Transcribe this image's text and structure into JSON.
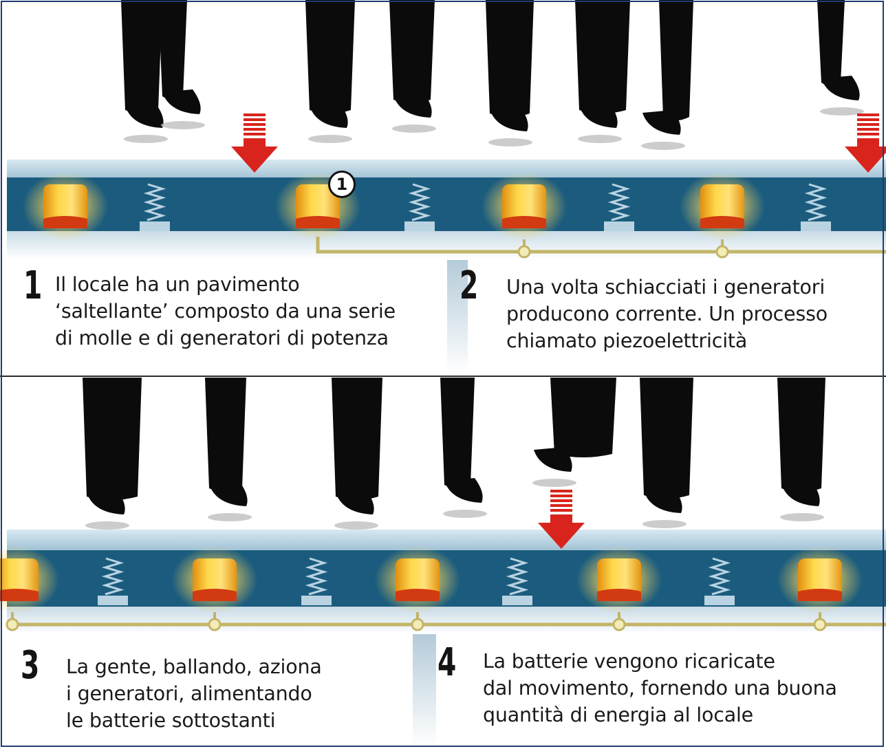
{
  "colors": {
    "floor_panel": "#1b5c7e",
    "floor_top": "#bcd6e4",
    "generator_glow": "#f2c21c",
    "generator_base": "#d23a12",
    "arrow": "#d8241c",
    "wire": "#c4b468",
    "frame": "#1f3c72",
    "silhouette": "#0b0b0b"
  },
  "callout": {
    "label": "1"
  },
  "steps": [
    {
      "number": "1",
      "text": "Il locale ha un pavimento\n‘saltellante’ composto da una serie\ndi molle e di generatori di potenza"
    },
    {
      "number": "2",
      "text": "Una volta schiacciati i generatori\nproducono corrente. Un processo\nchiamato piezoelettricità"
    },
    {
      "number": "3",
      "text": "La gente, ballando, aziona\ni generatori, alimentando\nle batterie sottostanti"
    },
    {
      "number": "4",
      "text": "La batterie vengono ricaricate\ndal movimento, fornendo una buona\nquantità di energia al locale"
    }
  ]
}
